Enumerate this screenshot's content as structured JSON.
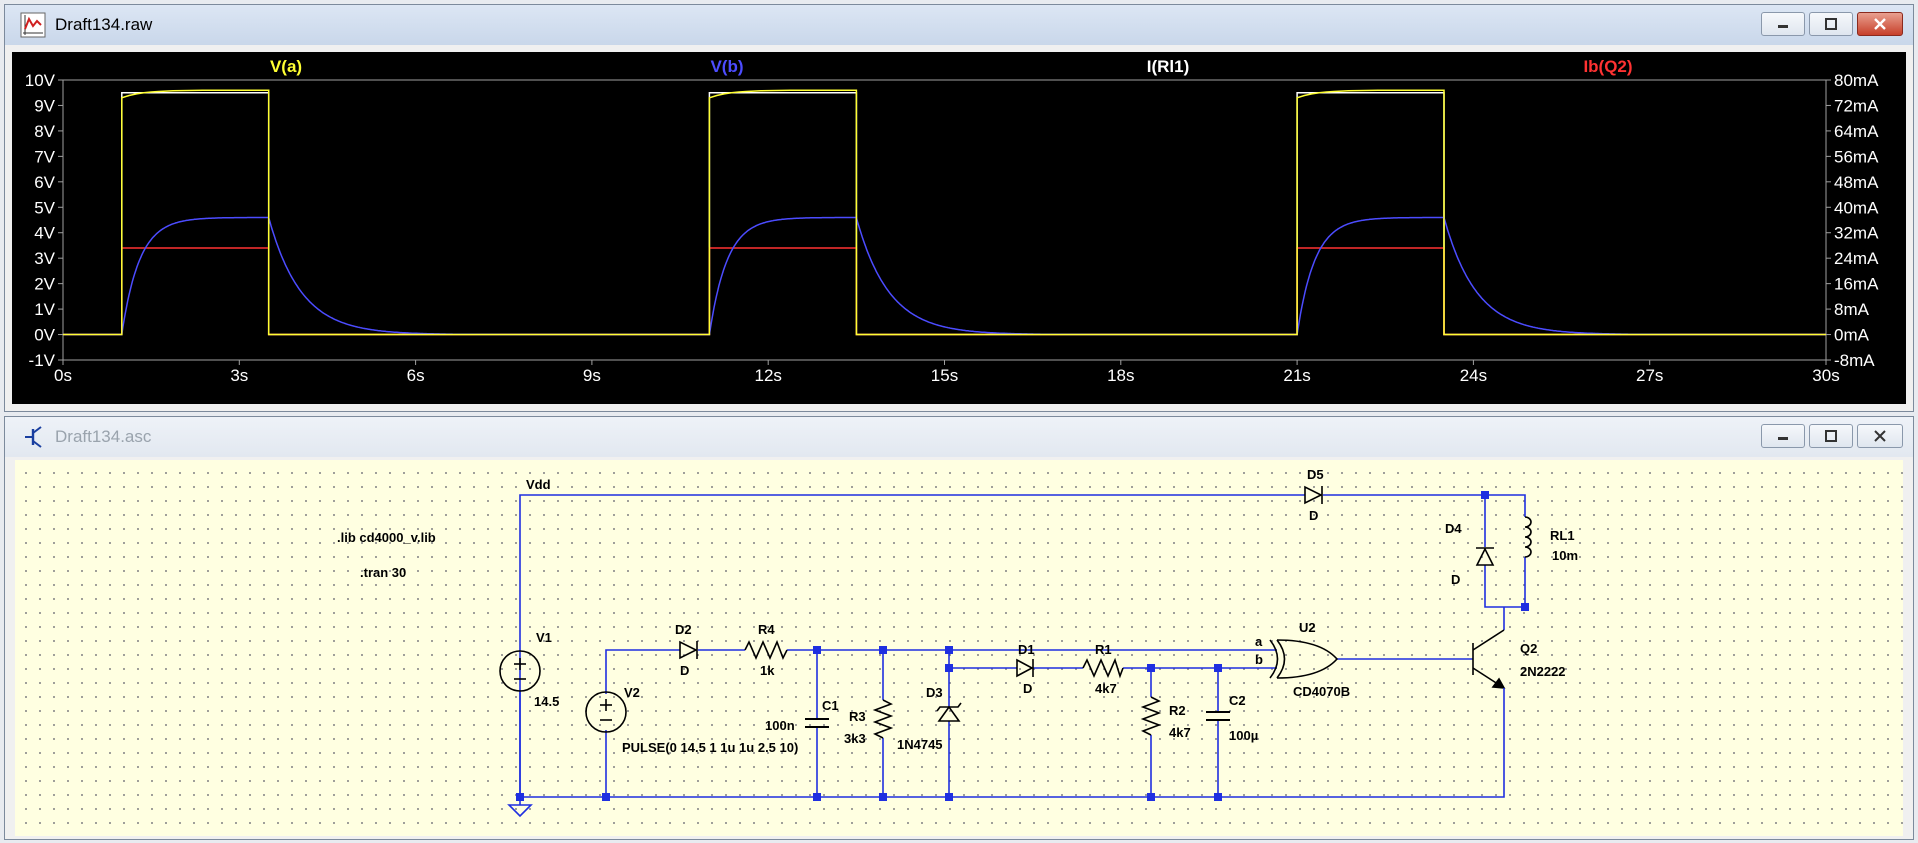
{
  "waveform_window": {
    "title": "Draft134.raw",
    "traces": [
      {
        "label": "V(a)",
        "color": "#ffff32"
      },
      {
        "label": "V(b)",
        "color": "#4c4cff"
      },
      {
        "label": "I(Rl1)",
        "color": "#ffffff"
      },
      {
        "label": "Ib(Q2)",
        "color": "#ff3232"
      }
    ]
  },
  "chart_data": {
    "type": "line",
    "x_ticks": [
      "0s",
      "3s",
      "6s",
      "9s",
      "12s",
      "15s",
      "18s",
      "21s",
      "24s",
      "27s",
      "30s"
    ],
    "y_left_ticks": [
      "10V",
      "9V",
      "8V",
      "7V",
      "6V",
      "5V",
      "4V",
      "3V",
      "2V",
      "1V",
      "0V",
      "-1V"
    ],
    "y_right_ticks": [
      "80mA",
      "72mA",
      "64mA",
      "56mA",
      "48mA",
      "40mA",
      "32mA",
      "24mA",
      "16mA",
      "8mA",
      "0mA",
      "-8mA"
    ],
    "xlim": [
      0,
      30
    ],
    "ylim_left": [
      -1,
      10
    ],
    "ylim_right": [
      -8,
      80
    ],
    "pulse_on_times": [
      1,
      11,
      21
    ],
    "pulse_width": 2.5,
    "series": [
      {
        "name": "V(a)",
        "axis": "left",
        "color": "#ffff32",
        "low": 0,
        "high_start": 9.3,
        "high_end": 9.6
      },
      {
        "name": "V(b)",
        "axis": "left",
        "color": "#4c4cff",
        "low": 0,
        "high": 4.6,
        "rise_tau": 0.3,
        "fall_tau": 0.55
      },
      {
        "name": "I(Rl1)",
        "axis": "right",
        "color": "#ffffff",
        "low": 0,
        "high": 76
      },
      {
        "name": "Ib(Q2)",
        "axis": "left",
        "color": "#ff3232",
        "low": 0,
        "high": 3.4
      }
    ]
  },
  "schematic_window": {
    "title": "Draft134.asc",
    "directives": [
      ".lib cd4000_v.lib",
      ".tran 30"
    ],
    "net_labels": {
      "vdd": "Vdd",
      "a": "a",
      "b": "b"
    },
    "components": {
      "V1": {
        "name": "V1",
        "value": "14.5"
      },
      "V2": {
        "name": "V2",
        "value": "PULSE(0 14.5 1 1u 1u 2.5 10)"
      },
      "D2": {
        "name": "D2",
        "value": "D"
      },
      "R4": {
        "name": "R4",
        "value": "1k"
      },
      "C1": {
        "name": "C1",
        "value": "100n"
      },
      "R3": {
        "name": "R3",
        "value": "3k3"
      },
      "D3": {
        "name": "D3",
        "value": "1N4745"
      },
      "D1": {
        "name": "D1",
        "value": "D"
      },
      "R1": {
        "name": "R1",
        "value": "4k7"
      },
      "R2": {
        "name": "R2",
        "value": "4k7"
      },
      "C2": {
        "name": "C2",
        "value": "100µ"
      },
      "U2": {
        "name": "U2",
        "value": "CD4070B"
      },
      "Q2": {
        "name": "Q2",
        "value": "2N2222"
      },
      "D4": {
        "name": "D4",
        "value": "D"
      },
      "D5": {
        "name": "D5",
        "value": "D"
      },
      "RL1": {
        "name": "RL1",
        "value": "10m"
      }
    }
  }
}
